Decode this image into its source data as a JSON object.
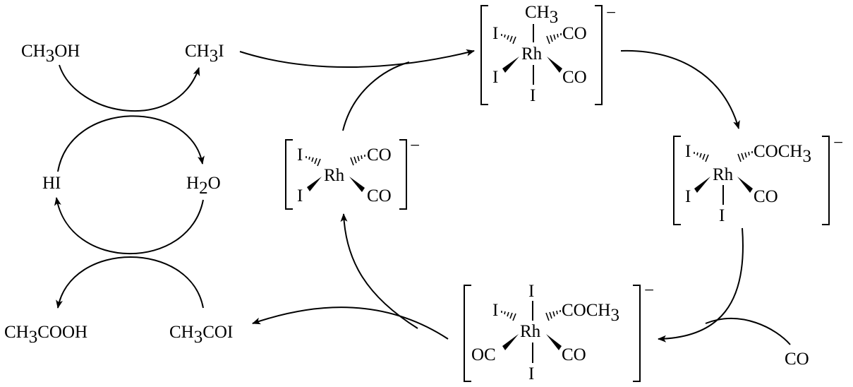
{
  "organic_cycle": {
    "methanol": {
      "main": "CH",
      "sub": "3",
      "tail": "OH"
    },
    "methyl_iodide": {
      "main": "CH",
      "sub": "3",
      "tail": "I"
    },
    "hydrogen_iodide": "HI",
    "water": {
      "main": "H",
      "sub": "2",
      "tail": "O"
    },
    "acetic_acid": {
      "main": "CH",
      "sub": "3",
      "tail": "COOH"
    },
    "acetyl_iodide": {
      "main": "CH",
      "sub": "3",
      "tail": "COI"
    }
  },
  "catalyst_complexes": {
    "rh_dicarbonyl_diiodide": {
      "metal": "Rh",
      "ligand_upper_left": "I",
      "ligand_lower_left": "I",
      "ligand_upper_right": "CO",
      "ligand_lower_right": "CO",
      "charge": "−"
    },
    "methyl_rh_complex": {
      "metal": "Rh",
      "ligand_top_main": "CH",
      "ligand_top_sub": "3",
      "ligand_upper_left": "I",
      "ligand_lower_left": "I",
      "ligand_upper_right": "CO",
      "ligand_lower_right": "CO",
      "ligand_bottom": "I",
      "charge": "−"
    },
    "acetyl_rh_complex": {
      "metal": "Rh",
      "ligand_upper_left": "I",
      "ligand_lower_left": "I",
      "ligand_upper_right_main": "COCH",
      "ligand_upper_right_sub": "3",
      "ligand_lower_right": "CO",
      "ligand_bottom": "I",
      "charge": "−"
    },
    "acetyl_rh_tricarbonyl": {
      "metal": "Rh",
      "ligand_top": "I",
      "ligand_upper_left": "I",
      "ligand_upper_right_main": "COCH",
      "ligand_upper_right_sub": "3",
      "ligand_lower_left": "OC",
      "ligand_lower_right": "CO",
      "ligand_bottom": "I",
      "charge": "−"
    }
  },
  "reagents": {
    "carbon_monoxide": "CO"
  }
}
